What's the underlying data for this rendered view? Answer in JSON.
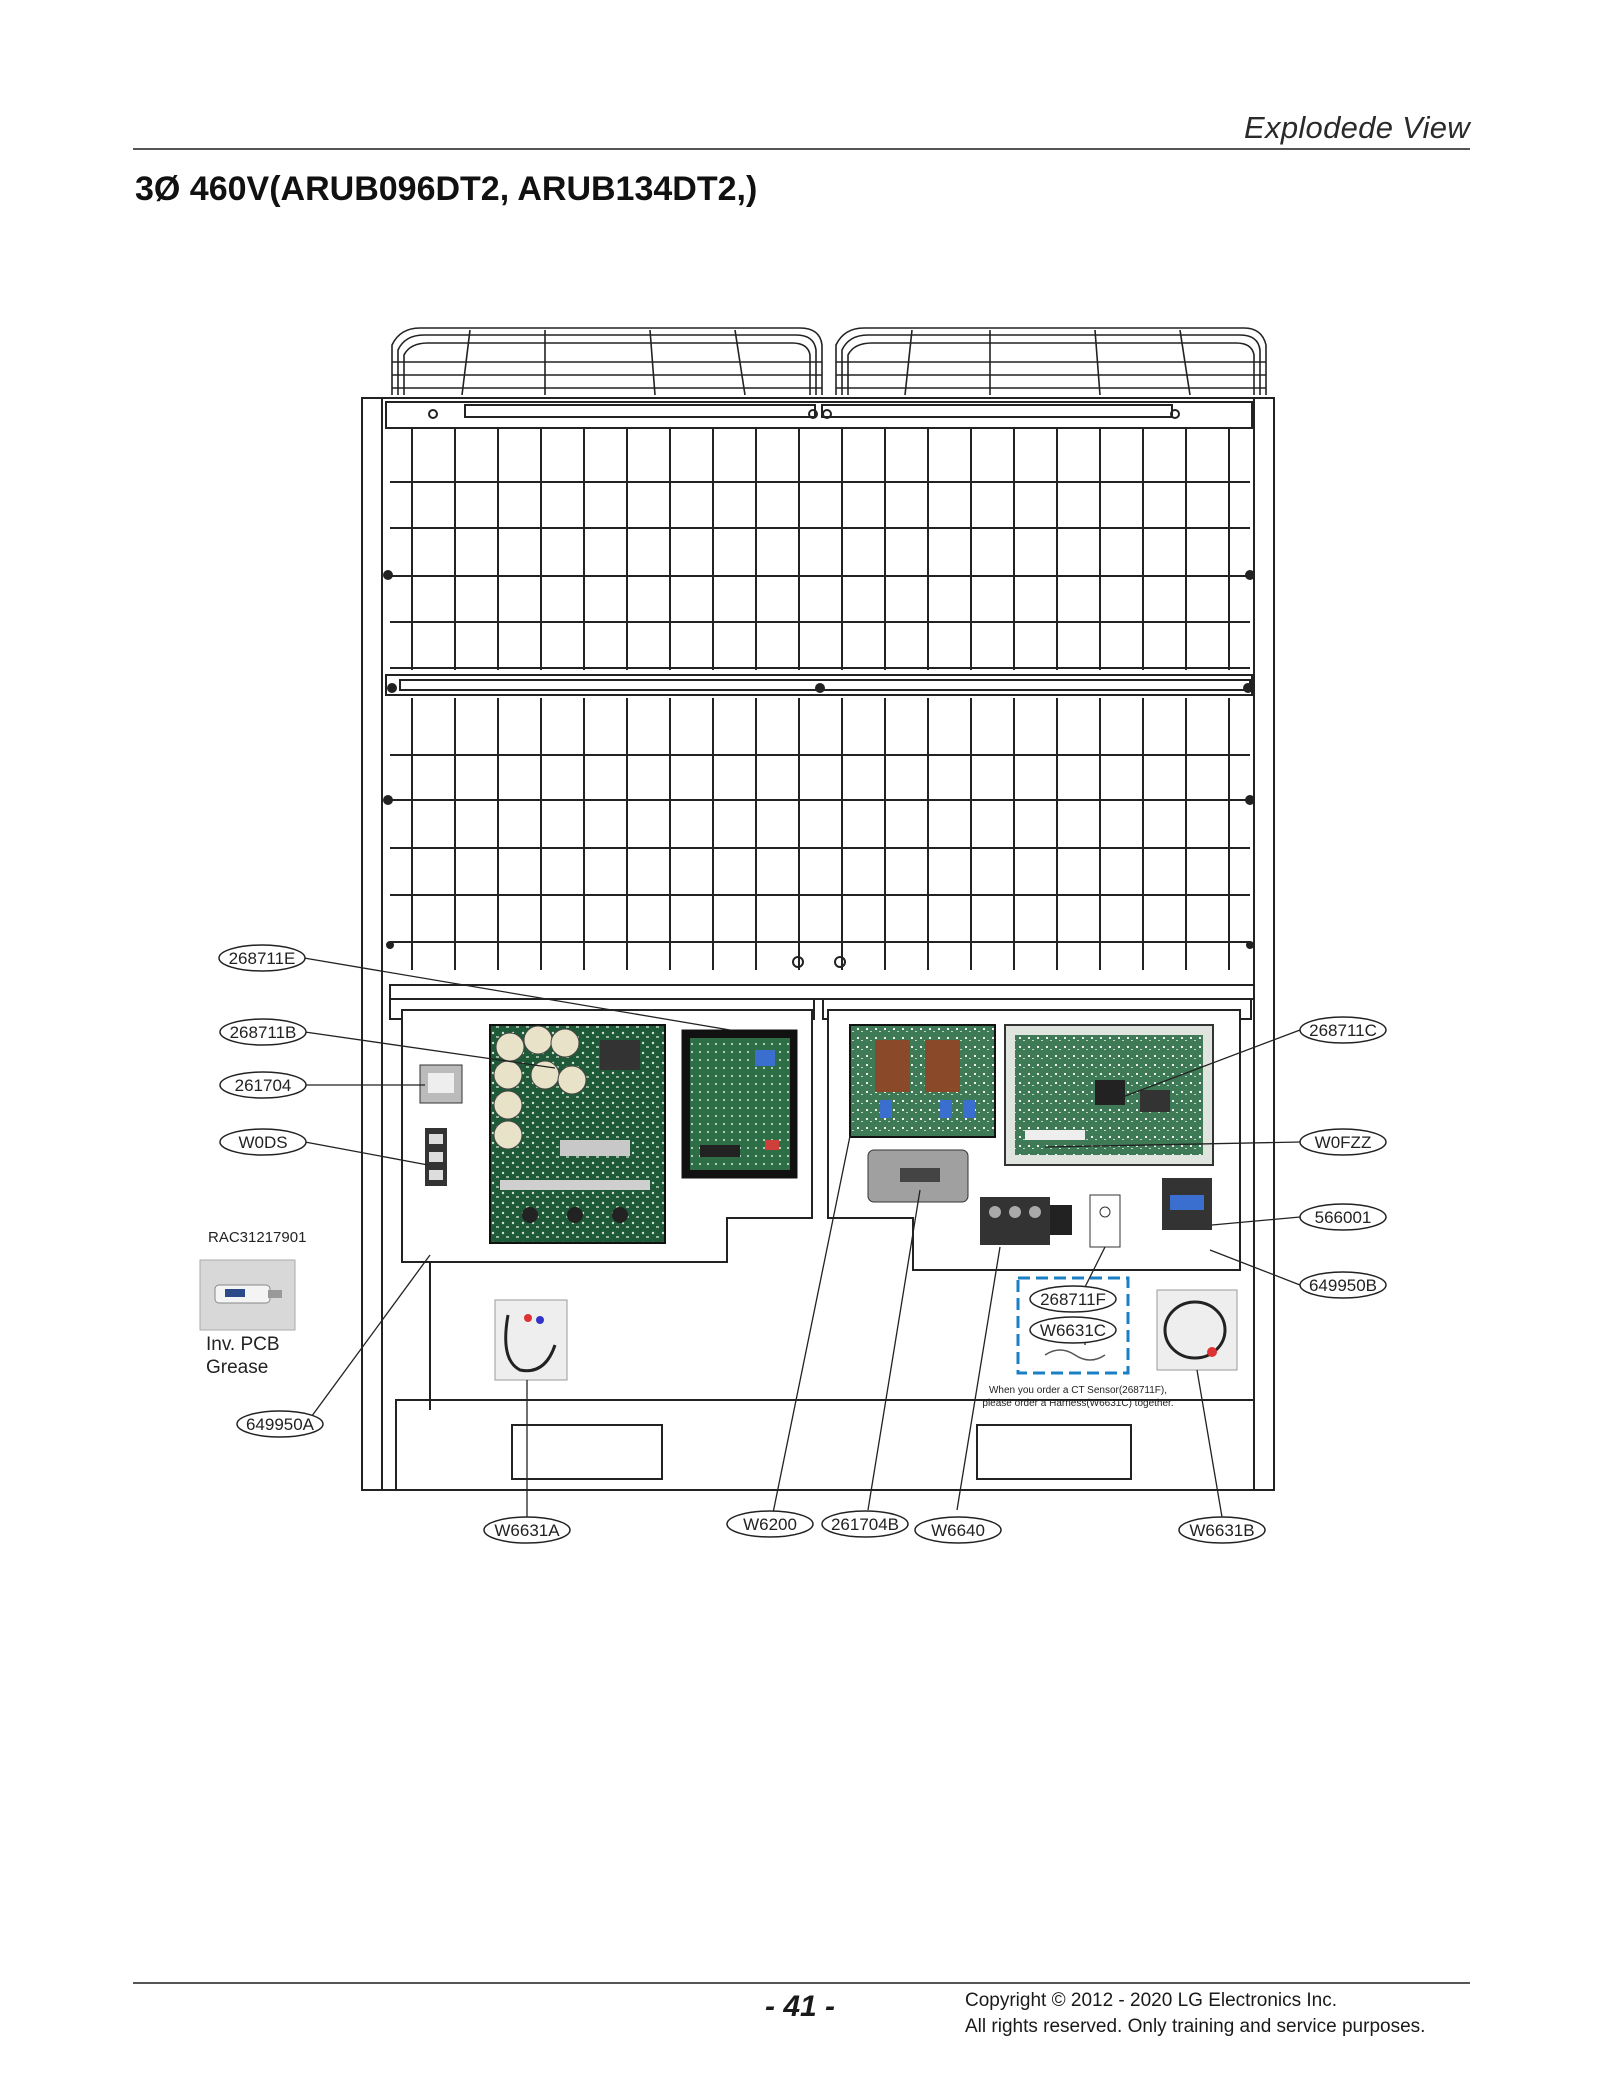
{
  "header": {
    "section_title": "Explodede View",
    "page_title": "3Ø 460V(ARUB096DT2, ARUB134DT2,)"
  },
  "diagram": {
    "callouts": {
      "c268711E": "268711E",
      "c268711B": "268711B",
      "c261704": "261704",
      "cW0DS": "W0DS",
      "c649950A": "649950A",
      "c268711C": "268711C",
      "cW0FZZ": "W0FZZ",
      "c566001": "566001",
      "c649950B": "649950B",
      "c268711F": "268711F",
      "cW6631C": "W6631C",
      "cW6631A": "W6631A",
      "cW6200": "W6200",
      "c261704B": "261704B",
      "cW6640": "W6640",
      "cW6631B": "W6631B"
    },
    "grease_part_number": "RAC31217901",
    "grease_label_line1": "Inv. PCB",
    "grease_label_line2": "Grease",
    "ct_note_line1": "When you order a CT Sensor(268711F),",
    "ct_note_line2": "please order a Harness(W6631C) together."
  },
  "footer": {
    "page_number": "- 41 -",
    "copyright_line1": "Copyright © 2012 - 2020 LG Electronics Inc.",
    "copyright_line2": "All rights reserved. Only training and service purposes."
  }
}
